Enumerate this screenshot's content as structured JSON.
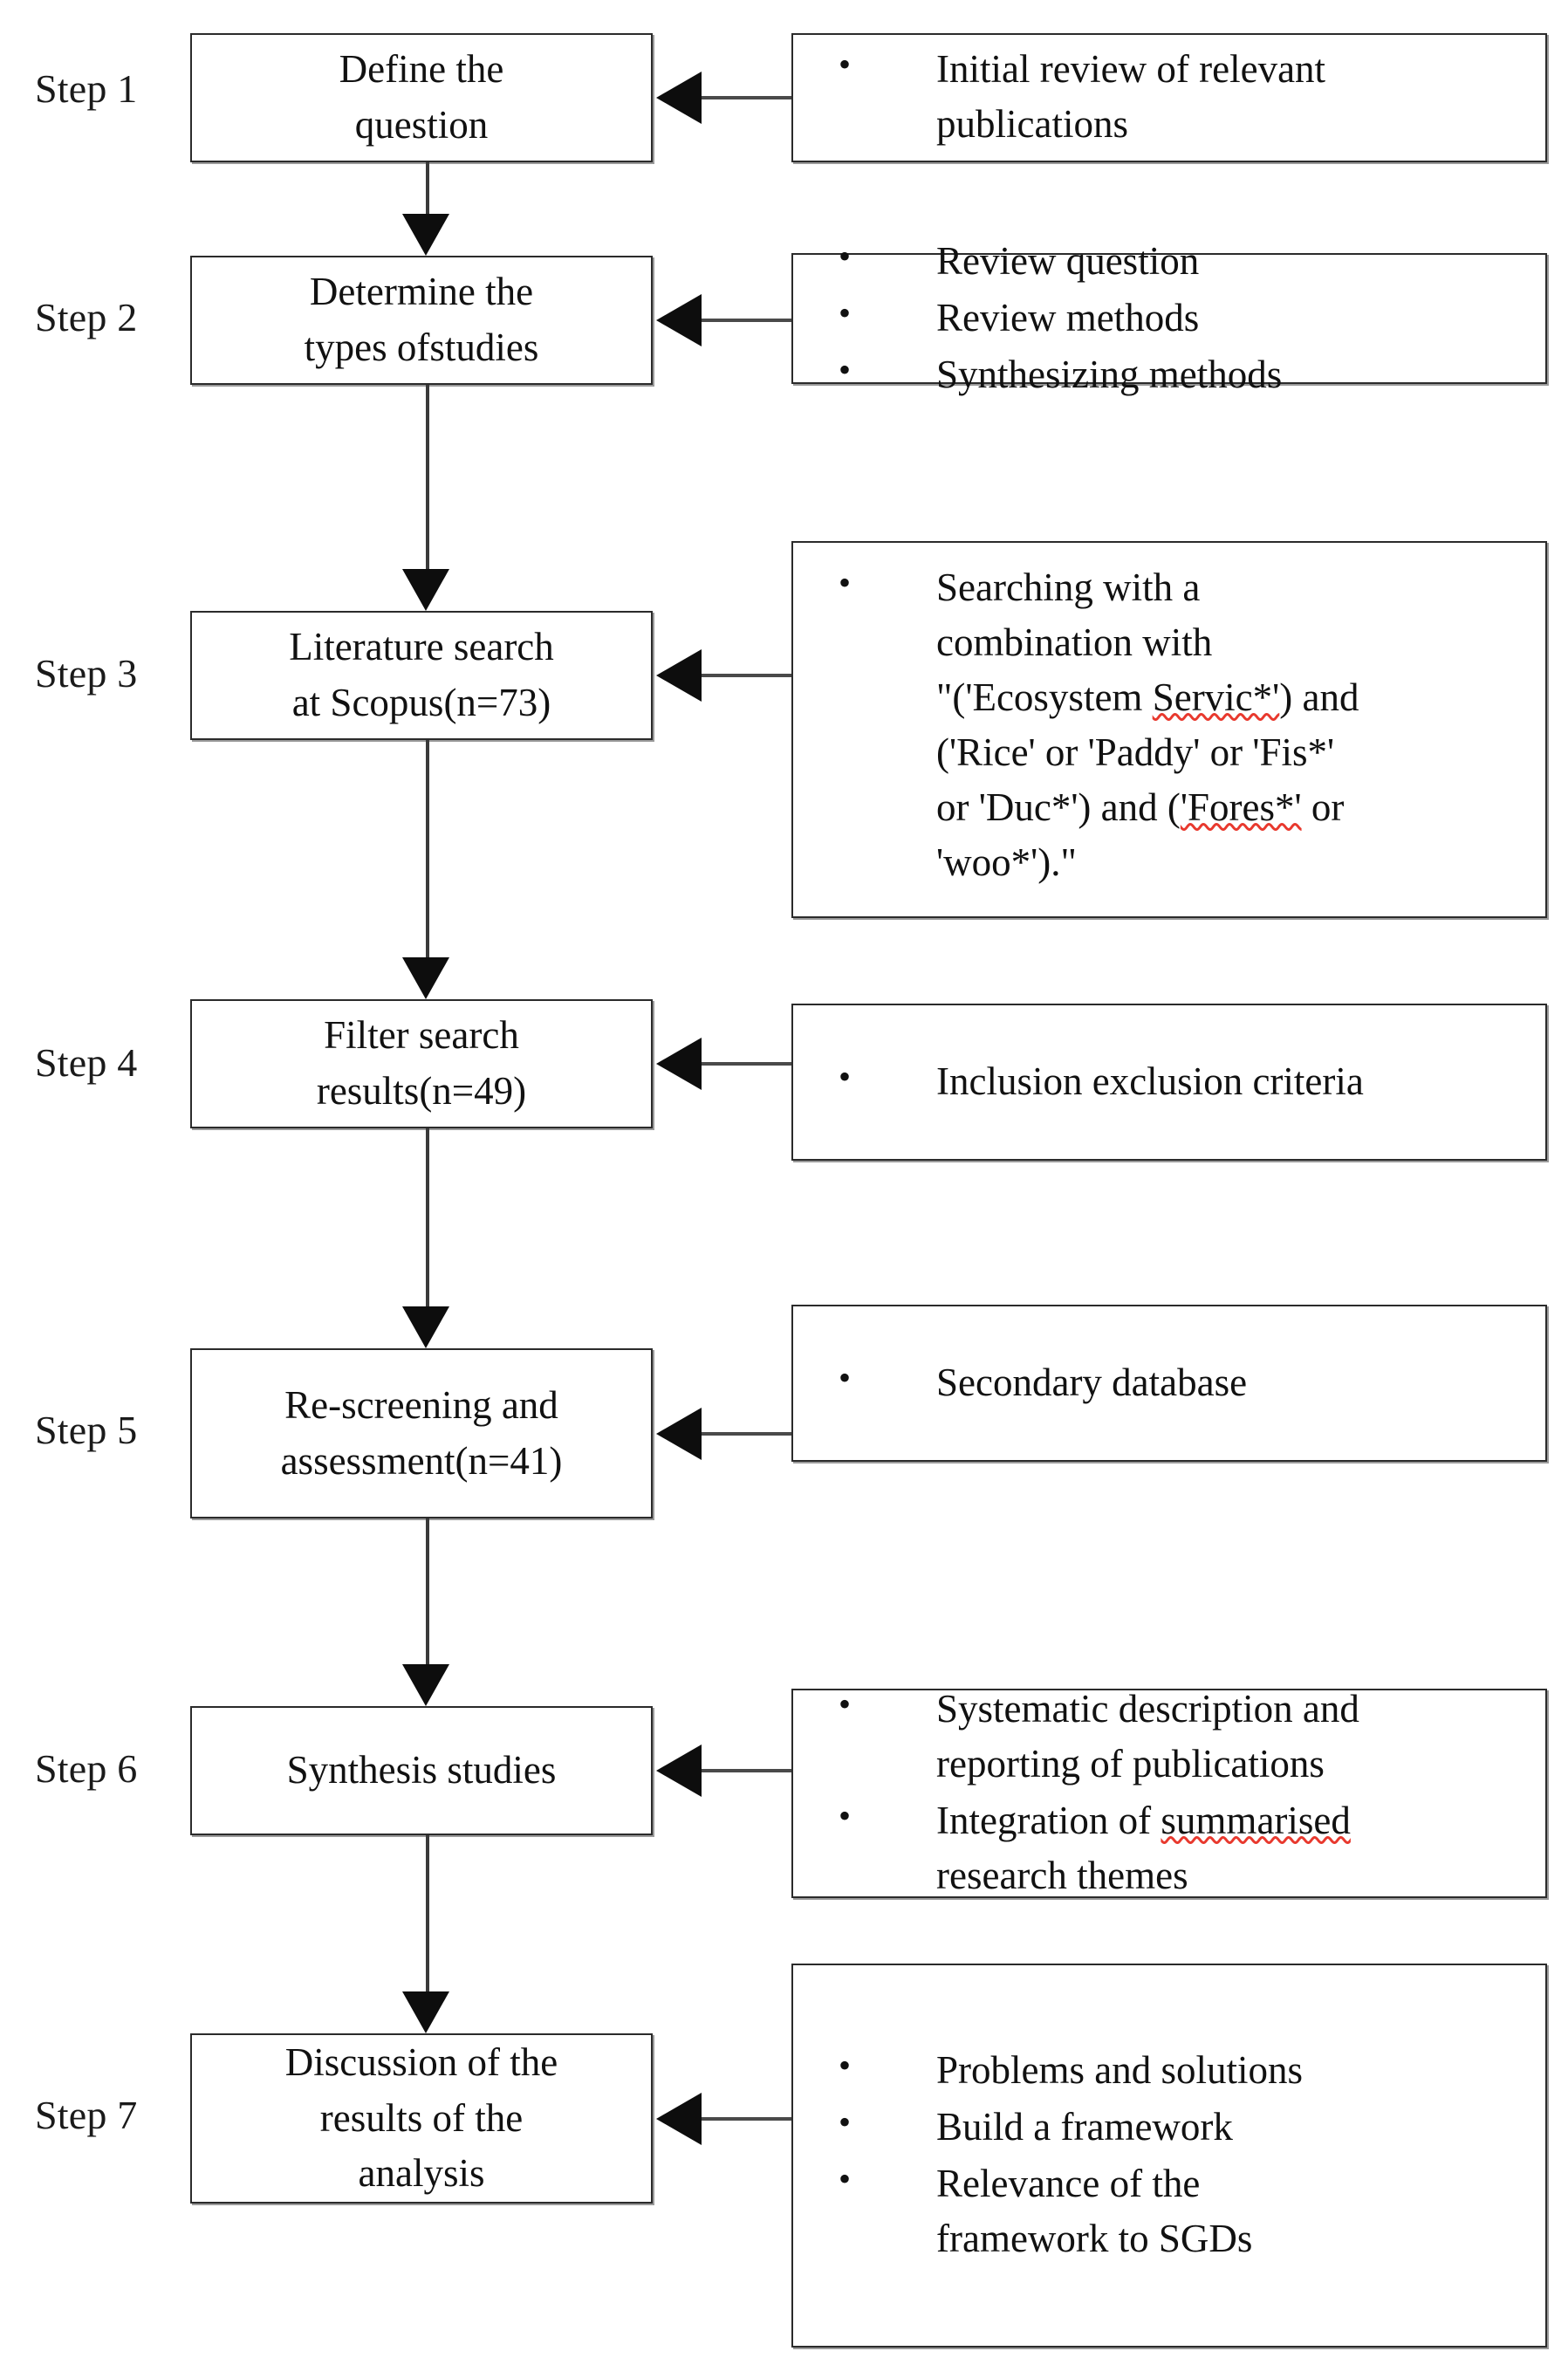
{
  "diagram": {
    "title": "Systematic literature review methodology flowchart",
    "orientation": "top-to-bottom",
    "accent_color": "#0d0d0d",
    "box_border_color": "#2b2b2b",
    "spellcheck_underline_color": "#e8392e"
  },
  "steps": [
    {
      "label": "Step 1",
      "stage": "Define the question",
      "stage_lines": [
        "Define the",
        "question"
      ],
      "details": [
        {
          "lines": [
            "Initial review of relevant",
            "publications"
          ]
        }
      ]
    },
    {
      "label": "Step 2",
      "stage": "Determine the types ofstudies",
      "stage_lines": [
        "Determine the",
        "types ofstudies"
      ],
      "details": [
        {
          "lines": [
            "Review question"
          ]
        },
        {
          "lines": [
            "Review methods"
          ]
        },
        {
          "lines": [
            "Synthesizing methods"
          ]
        }
      ]
    },
    {
      "label": "Step 3",
      "stage": "Literature search at Scopus(n=73)",
      "stage_lines": [
        "Literature search",
        "at Scopus(n=73)"
      ],
      "details": [
        {
          "lines": [
            "Searching with a",
            "combination with",
            "\"('Ecosystem Servic*') and",
            "('Rice' or 'Paddy' or 'Fis*'",
            "or 'Duc*') and ('Fores*' or",
            "'woo*').\""
          ],
          "misspelled": [
            "Servic*'",
            "Fores*'"
          ]
        }
      ]
    },
    {
      "label": "Step 4",
      "stage": "Filter search results(n=49)",
      "stage_lines": [
        "Filter search",
        "results(n=49)"
      ],
      "details": [
        {
          "lines": [
            "Inclusion exclusion criteria"
          ]
        }
      ]
    },
    {
      "label": "Step 5",
      "stage": "Re-screening and assessment(n=41)",
      "stage_lines": [
        "Re-screening and",
        "assessment(n=41)"
      ],
      "details": [
        {
          "lines": [
            "Secondary database"
          ]
        }
      ]
    },
    {
      "label": "Step 6",
      "stage": "Synthesis studies",
      "stage_lines": [
        "Synthesis studies"
      ],
      "details": [
        {
          "lines": [
            "Systematic description and",
            "reporting of publications"
          ]
        },
        {
          "lines": [
            "Integration of summarised",
            "research themes"
          ],
          "misspelled": [
            "summarised"
          ]
        }
      ]
    },
    {
      "label": "Step 7",
      "stage": "Discussion of the results of the analysis",
      "stage_lines": [
        "Discussion of the",
        "results of the",
        "analysis"
      ],
      "details": [
        {
          "lines": [
            "Problems and solutions"
          ]
        },
        {
          "lines": [
            "Build a framework"
          ]
        },
        {
          "lines": [
            "Relevance of the",
            "framework to SGDs"
          ]
        }
      ]
    }
  ],
  "counts": {
    "scopus_results": 73,
    "after_filter": 49,
    "after_rescreening": 41
  }
}
